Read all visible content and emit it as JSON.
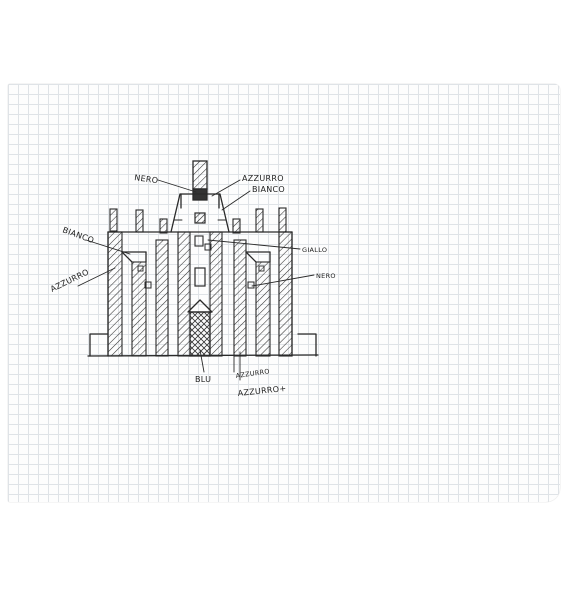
{
  "labels": {
    "nero_top": "NERO",
    "azzurro_top": "AZZURRO",
    "bianco_top": "BIANCO",
    "bianco_left": "BIANCO",
    "azzurro_left": "AZZURRO",
    "giallo": "GIALLO",
    "nero_right": "NERO",
    "blu": "BLU",
    "azzurro_bottom_1": "AZZURRO",
    "azzurro_bottom_2": "AZZURRO+"
  },
  "colors": {
    "ink": "#2a2a2a",
    "grid": "#dfe3e7",
    "paper": "#fdfdfd"
  }
}
